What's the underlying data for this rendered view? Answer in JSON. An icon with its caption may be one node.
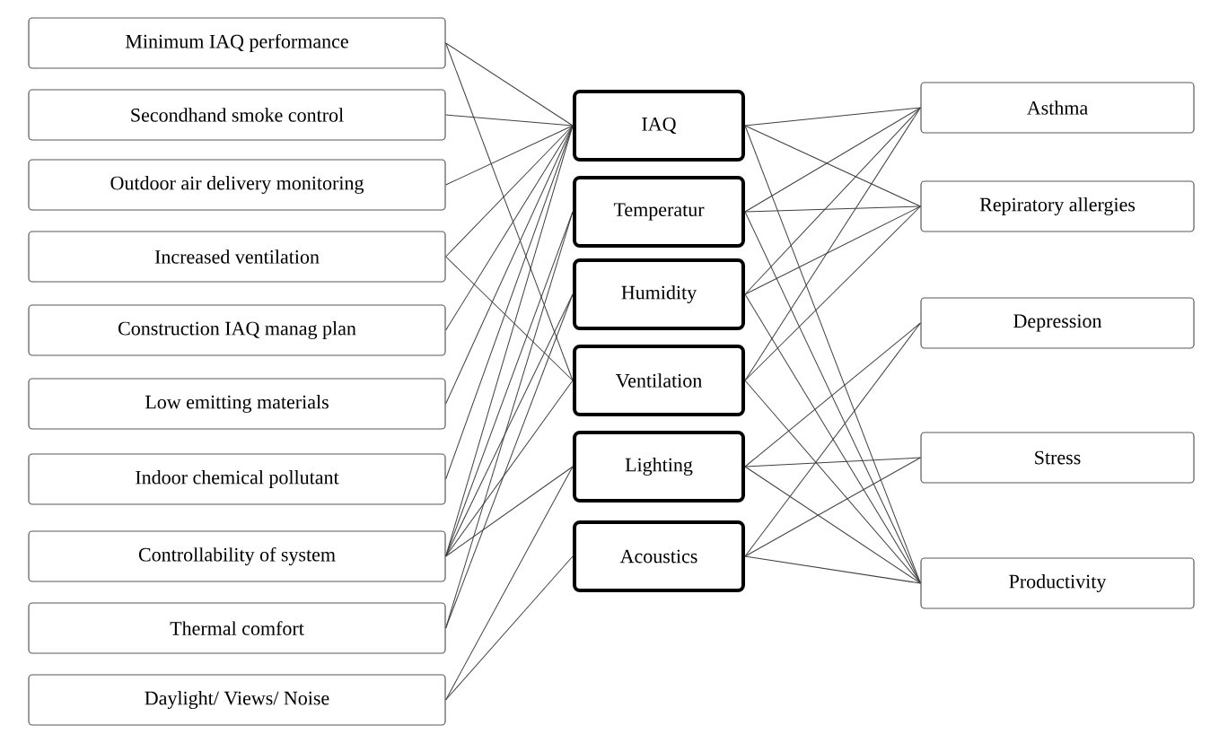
{
  "diagram": {
    "nodes": [
      {
        "text": [
          "Minimum IAQ performance"
        ]
      },
      {
        "text": [
          "Secondhand smoke control"
        ]
      },
      {
        "text": [
          "Outdoor air delivery monitoring"
        ]
      },
      {
        "text": [
          "Increased ventilation"
        ]
      },
      {
        "text": [
          "Construction IAQ manag plan"
        ]
      },
      {
        "text": [
          "Low emitting materials"
        ]
      },
      {
        "text": [
          "Indoor chemical pollutant"
        ]
      },
      {
        "text": [
          "Controllability of system"
        ]
      },
      {
        "text": [
          "Thermal comfort"
        ]
      },
      {
        "text": [
          "Daylight/ Views/ Noise"
        ]
      },
      {
        "text": [
          "IAQ"
        ]
      },
      {
        "text": [
          "Temperatur"
        ]
      },
      {
        "text": [
          "Humidity"
        ]
      },
      {
        "text": [
          "Ventilation"
        ]
      },
      {
        "text": [
          "Lighting"
        ]
      },
      {
        "text": [
          "Acoustics"
        ]
      },
      {
        "text": [
          "Asthma"
        ]
      },
      {
        "text": [
          "Repiratory allergies"
        ]
      },
      {
        "text": [
          "Depression"
        ]
      },
      {
        "text": [
          "Stress"
        ]
      },
      {
        "text": [
          "Productivity"
        ]
      }
    ],
    "edges": [
      {
        "from": 0,
        "to": 10,
        "arrow": "none"
      },
      {
        "from": 0,
        "to": 13,
        "arrow": "none"
      },
      {
        "from": 1,
        "to": 10,
        "arrow": "none"
      },
      {
        "from": 2,
        "to": 10,
        "arrow": "none"
      },
      {
        "from": 3,
        "to": 10,
        "arrow": "none"
      },
      {
        "from": 3,
        "to": 13,
        "arrow": "none"
      },
      {
        "from": 4,
        "to": 10,
        "arrow": "none"
      },
      {
        "from": 5,
        "to": 10,
        "arrow": "none"
      },
      {
        "from": 6,
        "to": 10,
        "arrow": "none"
      },
      {
        "from": 7,
        "to": 10,
        "arrow": "none"
      },
      {
        "from": 7,
        "to": 11,
        "arrow": "none"
      },
      {
        "from": 7,
        "to": 12,
        "arrow": "none"
      },
      {
        "from": 7,
        "to": 13,
        "arrow": "none"
      },
      {
        "from": 7,
        "to": 14,
        "arrow": "none"
      },
      {
        "from": 8,
        "to": 11,
        "arrow": "none"
      },
      {
        "from": 8,
        "to": 12,
        "arrow": "none"
      },
      {
        "from": 9,
        "to": 14,
        "arrow": "none"
      },
      {
        "from": 9,
        "to": 15,
        "arrow": "none"
      },
      {
        "from": 10,
        "to": 16,
        "arrow": "none"
      },
      {
        "from": 10,
        "to": 17,
        "arrow": "none"
      },
      {
        "from": 10,
        "to": 20,
        "arrow": "none"
      },
      {
        "from": 11,
        "to": 16,
        "arrow": "none"
      },
      {
        "from": 11,
        "to": 17,
        "arrow": "none"
      },
      {
        "from": 11,
        "to": 20,
        "arrow": "none"
      },
      {
        "from": 12,
        "to": 16,
        "arrow": "none"
      },
      {
        "from": 12,
        "to": 17,
        "arrow": "none"
      },
      {
        "from": 12,
        "to": 20,
        "arrow": "none"
      },
      {
        "from": 13,
        "to": 16,
        "arrow": "none"
      },
      {
        "from": 13,
        "to": 17,
        "arrow": "none"
      },
      {
        "from": 13,
        "to": 20,
        "arrow": "none"
      },
      {
        "from": 14,
        "to": 18,
        "arrow": "none"
      },
      {
        "from": 14,
        "to": 19,
        "arrow": "none"
      },
      {
        "from": 14,
        "to": 20,
        "arrow": "none"
      },
      {
        "from": 15,
        "to": 18,
        "arrow": "none"
      },
      {
        "from": 15,
        "to": 19,
        "arrow": "none"
      },
      {
        "from": 15,
        "to": 20,
        "arrow": "none"
      }
    ]
  }
}
